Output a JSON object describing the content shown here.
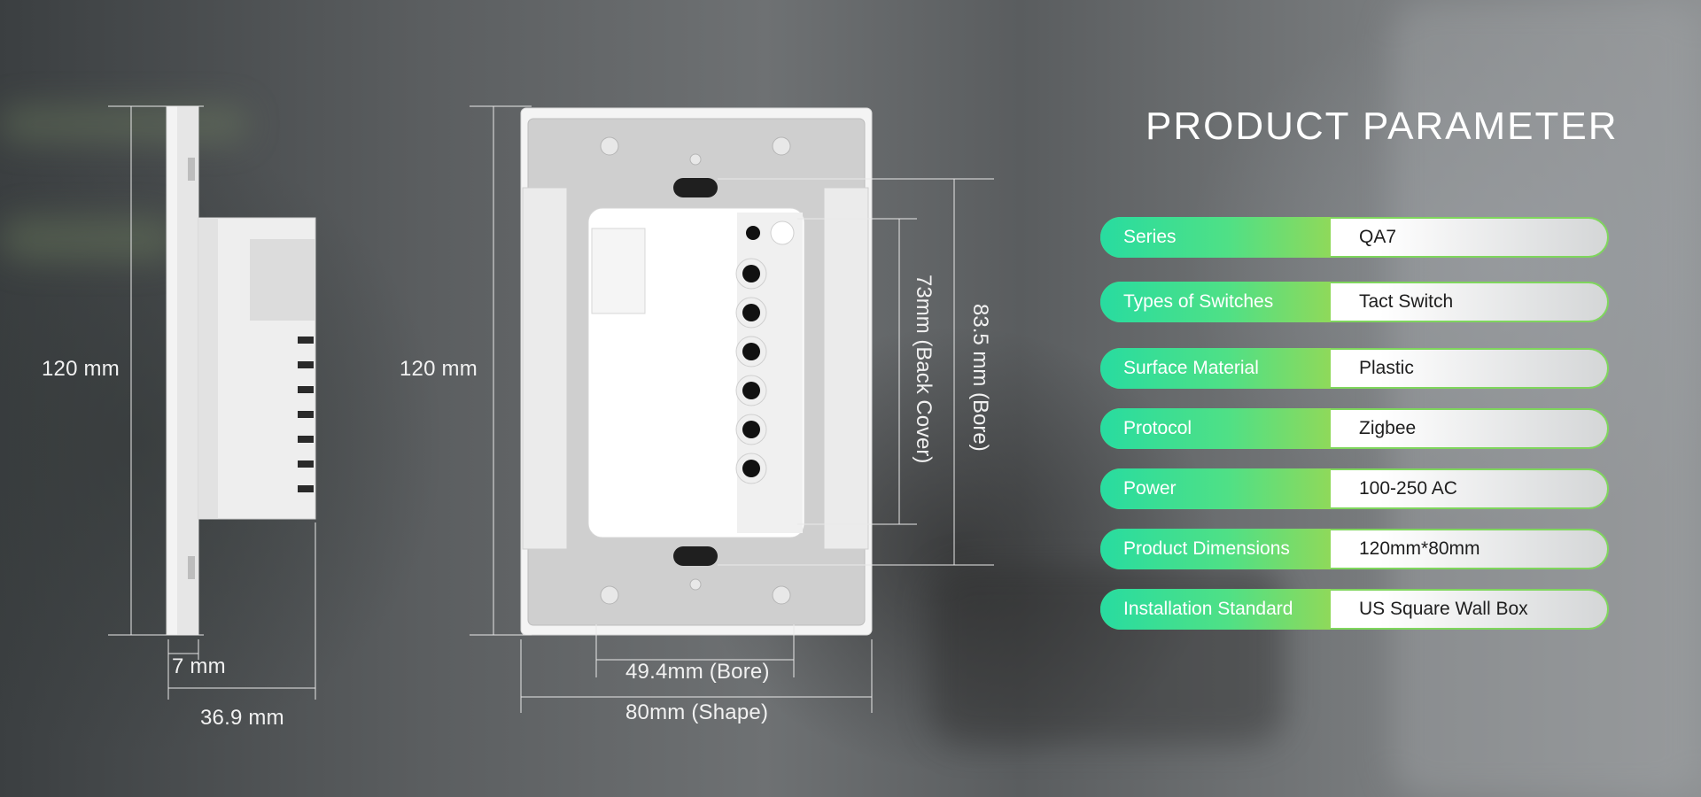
{
  "title": "PRODUCT PARAMETER",
  "dimensions": {
    "side_height": "120 mm",
    "front_height": "120 mm",
    "depth_panel": "7 mm",
    "depth_total": "36.9 mm",
    "bore_width": "49.4mm (Bore)",
    "shape_width": "80mm (Shape)",
    "back_cover_height": "73mm (Back Cover)",
    "bore_height": "83.5 mm (Bore)"
  },
  "parameters": [
    {
      "label": "Series",
      "value": "QA7"
    },
    {
      "label": "Types of Switches",
      "value": "Tact Switch"
    },
    {
      "label": "Surface Material",
      "value": "Plastic"
    },
    {
      "label": "Protocol",
      "value": "Zigbee"
    },
    {
      "label": "Power",
      "value": "100-250 AC"
    },
    {
      "label": "Product Dimensions",
      "value": "120mm*80mm"
    },
    {
      "label": "Installation Standard",
      "value": "US Square Wall Box"
    }
  ],
  "colors": {
    "accent_green": "#2fdc99",
    "accent_lime": "#8fd95a",
    "label_text": "#ffffff",
    "value_text": "#1e1e1e"
  }
}
